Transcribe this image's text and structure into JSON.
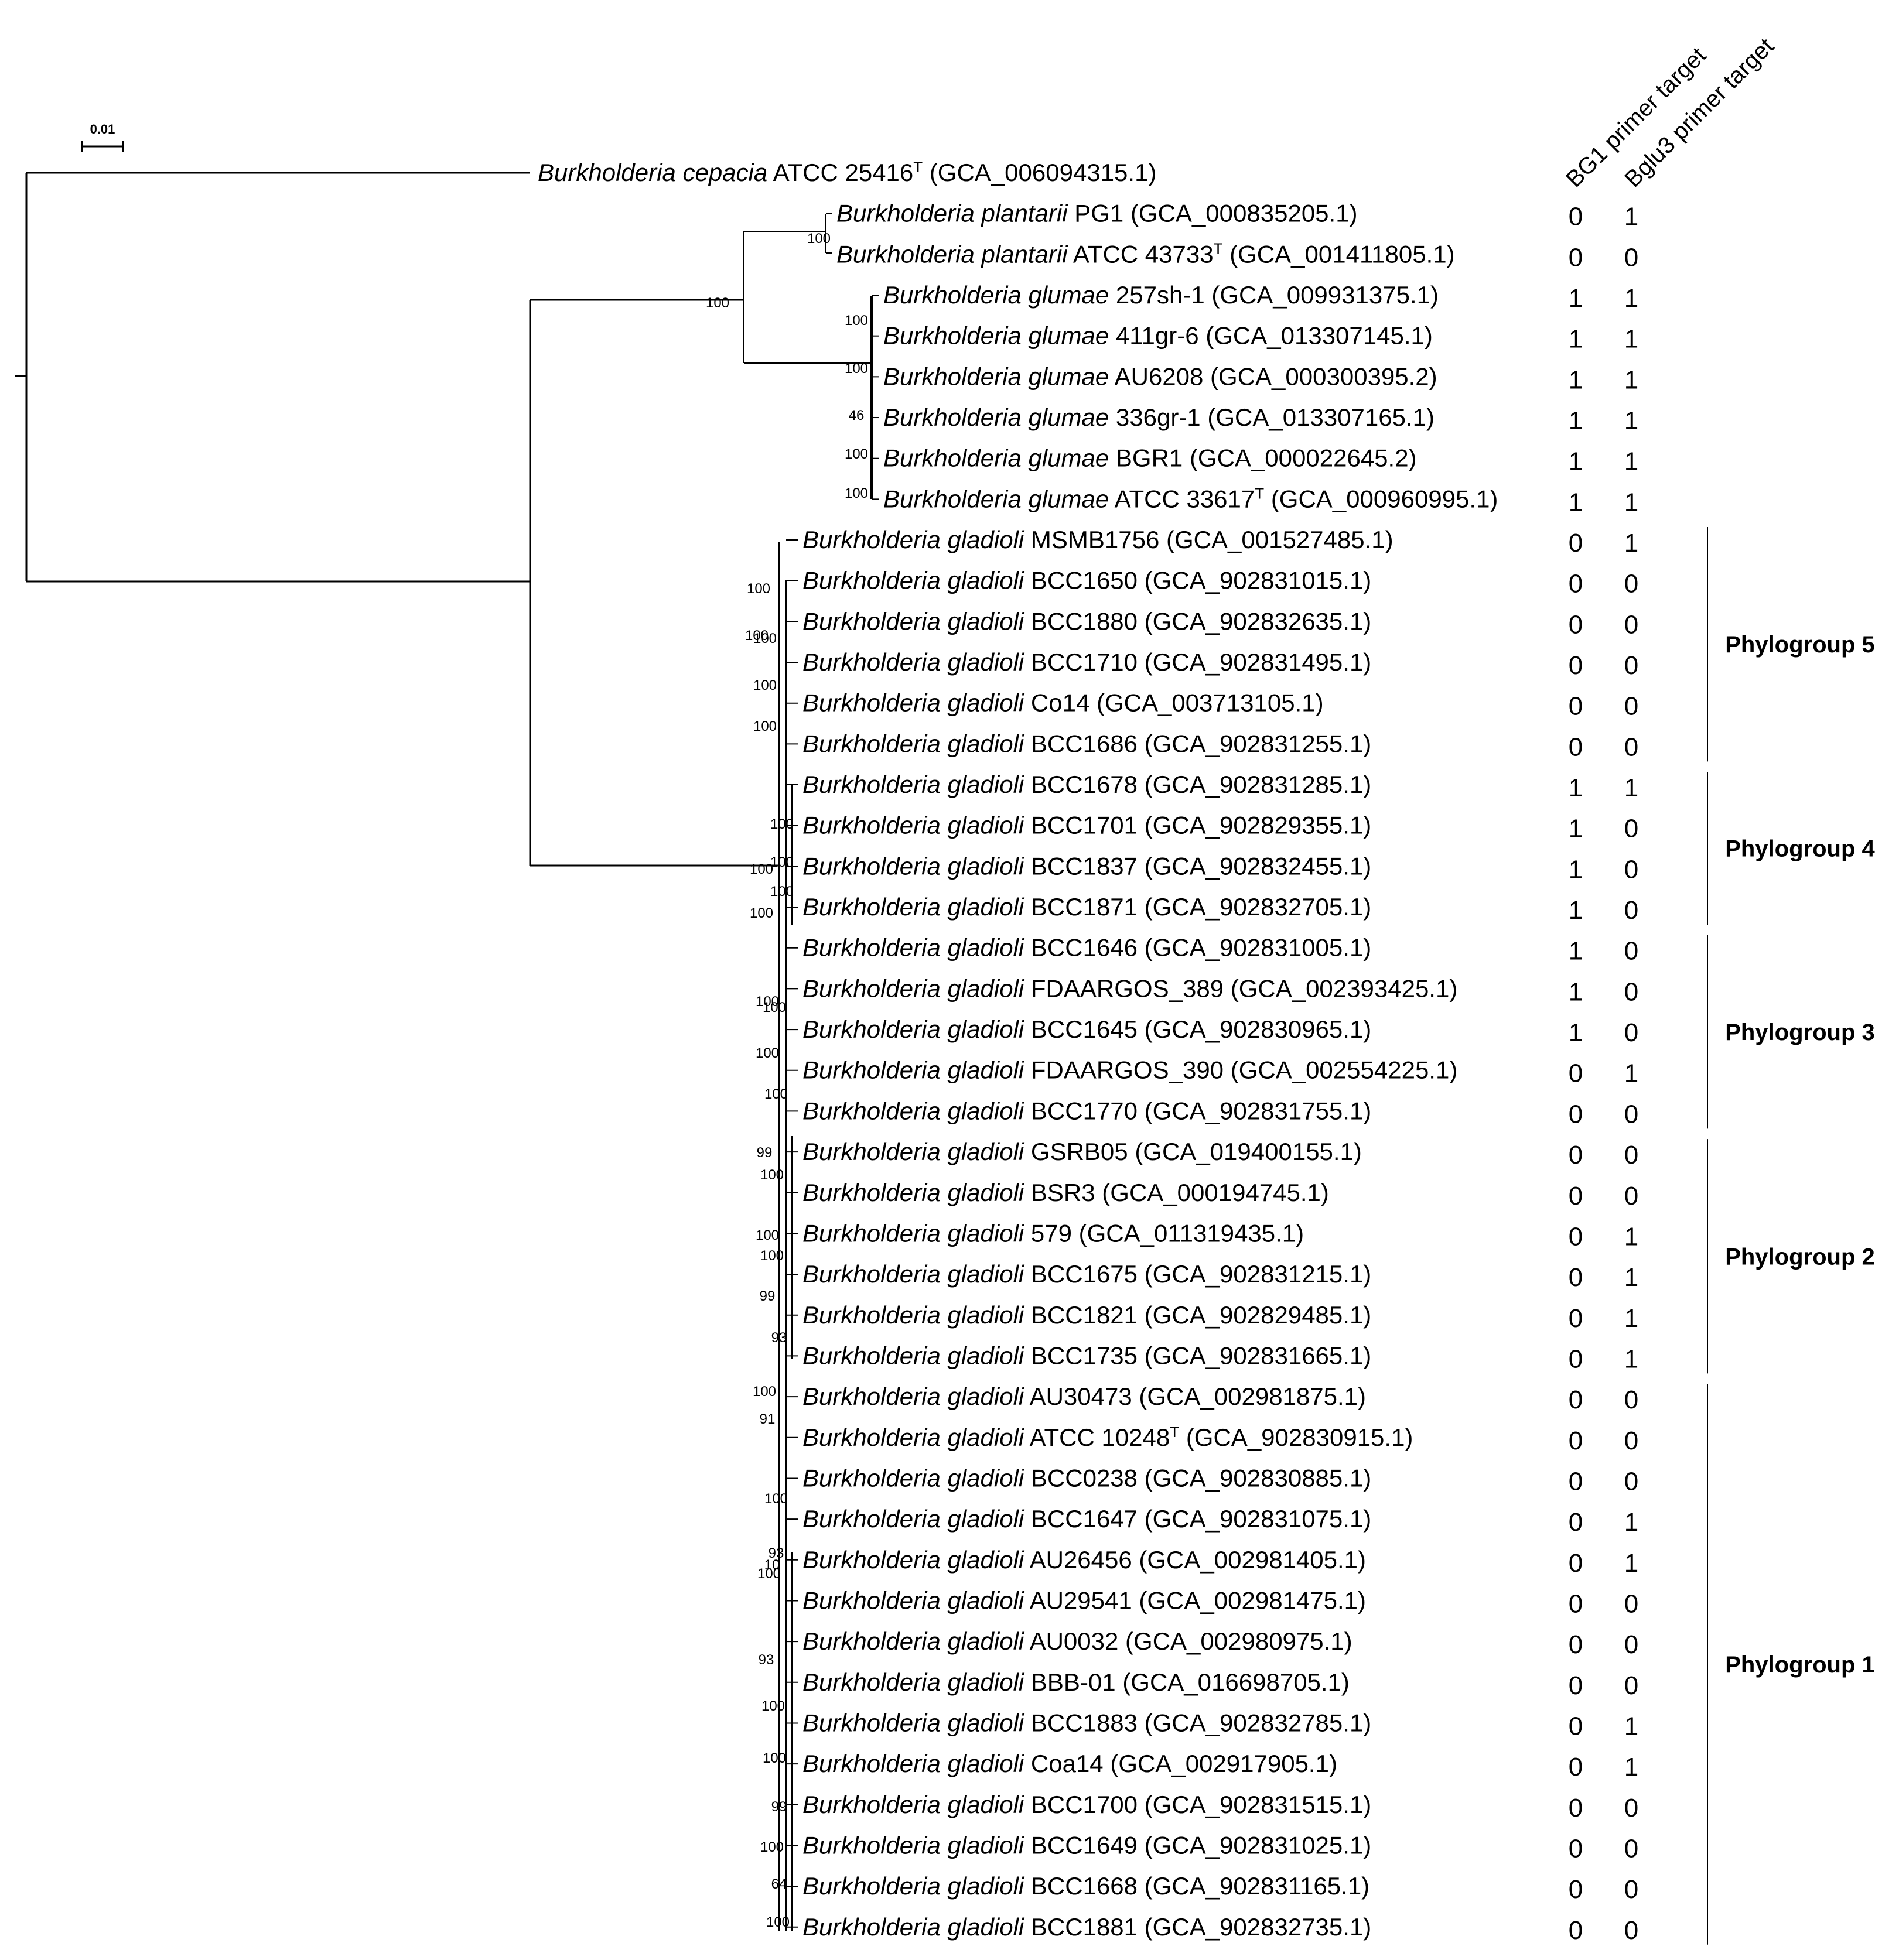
{
  "scale_bar": {
    "label": "0.01"
  },
  "columns": [
    "BG1 primer target",
    "Bglu3 primer target"
  ],
  "taxa": [
    {
      "genus": "Burkholderia",
      "species": "cepacia",
      "strain": "ATCC 25416",
      "type_strain": true,
      "accession": "(GCA_006094315.1)",
      "bg1": "",
      "bglu3": ""
    },
    {
      "genus": "Burkholderia",
      "species": "plantarii",
      "strain": "PG1",
      "type_strain": false,
      "accession": "(GCA_000835205.1)",
      "bg1": "0",
      "bglu3": "1"
    },
    {
      "genus": "Burkholderia",
      "species": "plantarii",
      "strain": "ATCC 43733",
      "type_strain": true,
      "accession": "(GCA_001411805.1)",
      "bg1": "0",
      "bglu3": "0"
    },
    {
      "genus": "Burkholderia",
      "species": "glumae",
      "strain": "257sh-1",
      "type_strain": false,
      "accession": "(GCA_009931375.1)",
      "bg1": "1",
      "bglu3": "1"
    },
    {
      "genus": "Burkholderia",
      "species": "glumae",
      "strain": "411gr-6",
      "type_strain": false,
      "accession": "(GCA_013307145.1)",
      "bg1": "1",
      "bglu3": "1"
    },
    {
      "genus": "Burkholderia",
      "species": "glumae",
      "strain": "AU6208",
      "type_strain": false,
      "accession": "(GCA_000300395.2)",
      "bg1": "1",
      "bglu3": "1"
    },
    {
      "genus": "Burkholderia",
      "species": "glumae",
      "strain": "336gr-1",
      "type_strain": false,
      "accession": "(GCA_013307165.1)",
      "bg1": "1",
      "bglu3": "1"
    },
    {
      "genus": "Burkholderia",
      "species": "glumae",
      "strain": "BGR1",
      "type_strain": false,
      "accession": "(GCA_000022645.2)",
      "bg1": "1",
      "bglu3": "1"
    },
    {
      "genus": "Burkholderia",
      "species": "glumae",
      "strain": "ATCC 33617",
      "type_strain": true,
      "accession": "(GCA_000960995.1)",
      "bg1": "1",
      "bglu3": "1"
    },
    {
      "genus": "Burkholderia",
      "species": "gladioli",
      "strain": "MSMB1756",
      "type_strain": false,
      "accession": "(GCA_001527485.1)",
      "bg1": "0",
      "bglu3": "1"
    },
    {
      "genus": "Burkholderia",
      "species": "gladioli",
      "strain": "BCC1650",
      "type_strain": false,
      "accession": "(GCA_902831015.1)",
      "bg1": "0",
      "bglu3": "0"
    },
    {
      "genus": "Burkholderia",
      "species": "gladioli",
      "strain": "BCC1880",
      "type_strain": false,
      "accession": "(GCA_902832635.1)",
      "bg1": "0",
      "bglu3": "0"
    },
    {
      "genus": "Burkholderia",
      "species": "gladioli",
      "strain": "BCC1710",
      "type_strain": false,
      "accession": "(GCA_902831495.1)",
      "bg1": "0",
      "bglu3": "0"
    },
    {
      "genus": "Burkholderia",
      "species": "gladioli",
      "strain": "Co14",
      "type_strain": false,
      "accession": "(GCA_003713105.1)",
      "bg1": "0",
      "bglu3": "0"
    },
    {
      "genus": "Burkholderia",
      "species": "gladioli",
      "strain": "BCC1686",
      "type_strain": false,
      "accession": "(GCA_902831255.1)",
      "bg1": "0",
      "bglu3": "0"
    },
    {
      "genus": "Burkholderia",
      "species": "gladioli",
      "strain": "BCC1678",
      "type_strain": false,
      "accession": "(GCA_902831285.1)",
      "bg1": "1",
      "bglu3": "1"
    },
    {
      "genus": "Burkholderia",
      "species": "gladioli",
      "strain": "BCC1701",
      "type_strain": false,
      "accession": "(GCA_902829355.1)",
      "bg1": "1",
      "bglu3": "0"
    },
    {
      "genus": "Burkholderia",
      "species": "gladioli",
      "strain": "BCC1837",
      "type_strain": false,
      "accession": "(GCA_902832455.1)",
      "bg1": "1",
      "bglu3": "0"
    },
    {
      "genus": "Burkholderia",
      "species": "gladioli",
      "strain": "BCC1871",
      "type_strain": false,
      "accession": "(GCA_902832705.1)",
      "bg1": "1",
      "bglu3": "0"
    },
    {
      "genus": "Burkholderia",
      "species": "gladioli",
      "strain": "BCC1646",
      "type_strain": false,
      "accession": "(GCA_902831005.1)",
      "bg1": "1",
      "bglu3": "0"
    },
    {
      "genus": "Burkholderia",
      "species": "gladioli",
      "strain": "FDAARGOS_389",
      "type_strain": false,
      "accession": "(GCA_002393425.1)",
      "bg1": "1",
      "bglu3": "0"
    },
    {
      "genus": "Burkholderia",
      "species": "gladioli",
      "strain": "BCC1645",
      "type_strain": false,
      "accession": "(GCA_902830965.1)",
      "bg1": "1",
      "bglu3": "0"
    },
    {
      "genus": "Burkholderia",
      "species": "gladioli",
      "strain": "FDAARGOS_390",
      "type_strain": false,
      "accession": "(GCA_002554225.1)",
      "bg1": "0",
      "bglu3": "1"
    },
    {
      "genus": "Burkholderia",
      "species": "gladioli",
      "strain": "BCC1770",
      "type_strain": false,
      "accession": "(GCA_902831755.1)",
      "bg1": "0",
      "bglu3": "0"
    },
    {
      "genus": "Burkholderia",
      "species": "gladioli",
      "strain": "GSRB05",
      "type_strain": false,
      "accession": "(GCA_019400155.1)",
      "bg1": "0",
      "bglu3": "0"
    },
    {
      "genus": "Burkholderia",
      "species": "gladioli",
      "strain": "BSR3",
      "type_strain": false,
      "accession": "(GCA_000194745.1)",
      "bg1": "0",
      "bglu3": "0"
    },
    {
      "genus": "Burkholderia",
      "species": "gladioli",
      "strain": "579",
      "type_strain": false,
      "accession": "(GCA_011319435.1)",
      "bg1": "0",
      "bglu3": "1"
    },
    {
      "genus": "Burkholderia",
      "species": "gladioli",
      "strain": "BCC1675",
      "type_strain": false,
      "accession": "(GCA_902831215.1)",
      "bg1": "0",
      "bglu3": "1"
    },
    {
      "genus": "Burkholderia",
      "species": "gladioli",
      "strain": "BCC1821",
      "type_strain": false,
      "accession": "(GCA_902829485.1)",
      "bg1": "0",
      "bglu3": "1"
    },
    {
      "genus": "Burkholderia",
      "species": "gladioli",
      "strain": "BCC1735",
      "type_strain": false,
      "accession": "(GCA_902831665.1)",
      "bg1": "0",
      "bglu3": "1"
    },
    {
      "genus": "Burkholderia",
      "species": "gladioli",
      "strain": "AU30473",
      "type_strain": false,
      "accession": "(GCA_002981875.1)",
      "bg1": "0",
      "bglu3": "0"
    },
    {
      "genus": "Burkholderia",
      "species": "gladioli",
      "strain": "ATCC 10248",
      "type_strain": true,
      "accession": "(GCA_902830915.1)",
      "bg1": "0",
      "bglu3": "0"
    },
    {
      "genus": "Burkholderia",
      "species": "gladioli",
      "strain": "BCC0238",
      "type_strain": false,
      "accession": "(GCA_902830885.1)",
      "bg1": "0",
      "bglu3": "0"
    },
    {
      "genus": "Burkholderia",
      "species": "gladioli",
      "strain": "BCC1647",
      "type_strain": false,
      "accession": "(GCA_902831075.1)",
      "bg1": "0",
      "bglu3": "1"
    },
    {
      "genus": "Burkholderia",
      "species": "gladioli",
      "strain": "AU26456",
      "type_strain": false,
      "accession": "(GCA_002981405.1)",
      "bg1": "0",
      "bglu3": "1"
    },
    {
      "genus": "Burkholderia",
      "species": "gladioli",
      "strain": "AU29541",
      "type_strain": false,
      "accession": "(GCA_002981475.1)",
      "bg1": "0",
      "bglu3": "0"
    },
    {
      "genus": "Burkholderia",
      "species": "gladioli",
      "strain": "AU0032",
      "type_strain": false,
      "accession": "(GCA_002980975.1)",
      "bg1": "0",
      "bglu3": "0"
    },
    {
      "genus": "Burkholderia",
      "species": "gladioli",
      "strain": "BBB-01",
      "type_strain": false,
      "accession": "(GCA_016698705.1)",
      "bg1": "0",
      "bglu3": "0"
    },
    {
      "genus": "Burkholderia",
      "species": "gladioli",
      "strain": "BCC1883",
      "type_strain": false,
      "accession": "(GCA_902832785.1)",
      "bg1": "0",
      "bglu3": "1"
    },
    {
      "genus": "Burkholderia",
      "species": "gladioli",
      "strain": "Coa14",
      "type_strain": false,
      "accession": "(GCA_002917905.1)",
      "bg1": "0",
      "bglu3": "1"
    },
    {
      "genus": "Burkholderia",
      "species": "gladioli",
      "strain": "BCC1700",
      "type_strain": false,
      "accession": "(GCA_902831515.1)",
      "bg1": "0",
      "bglu3": "0"
    },
    {
      "genus": "Burkholderia",
      "species": "gladioli",
      "strain": "BCC1649",
      "type_strain": false,
      "accession": "(GCA_902831025.1)",
      "bg1": "0",
      "bglu3": "0"
    },
    {
      "genus": "Burkholderia",
      "species": "gladioli",
      "strain": "BCC1668",
      "type_strain": false,
      "accession": "(GCA_902831165.1)",
      "bg1": "0",
      "bglu3": "0"
    },
    {
      "genus": "Burkholderia",
      "species": "gladioli",
      "strain": "BCC1881",
      "type_strain": false,
      "accession": "(GCA_902832735.1)",
      "bg1": "0",
      "bglu3": "0"
    }
  ],
  "phylogroups": [
    {
      "label": "Phylogroup 5",
      "first": 9,
      "last": 14
    },
    {
      "label": "Phylogroup 4",
      "first": 15,
      "last": 18
    },
    {
      "label": "Phylogroup 3",
      "first": 19,
      "last": 23
    },
    {
      "label": "Phylogroup 2",
      "first": 24,
      "last": 29
    },
    {
      "label": "Phylogroup 1",
      "first": 30,
      "last": 43
    }
  ],
  "bootstrap_labels": [
    "100",
    "100",
    "100",
    "100",
    "46",
    "100",
    "100",
    "100",
    "100",
    "100",
    "100",
    "100",
    "100",
    "100",
    "100",
    "100",
    "100",
    "100",
    "100",
    "100",
    "100",
    "99",
    "100",
    "100",
    "100",
    "99",
    "93",
    "100",
    "91",
    "100",
    "93",
    "10",
    "100",
    "93",
    "100",
    "100",
    "99",
    "100",
    "64",
    "100"
  ]
}
